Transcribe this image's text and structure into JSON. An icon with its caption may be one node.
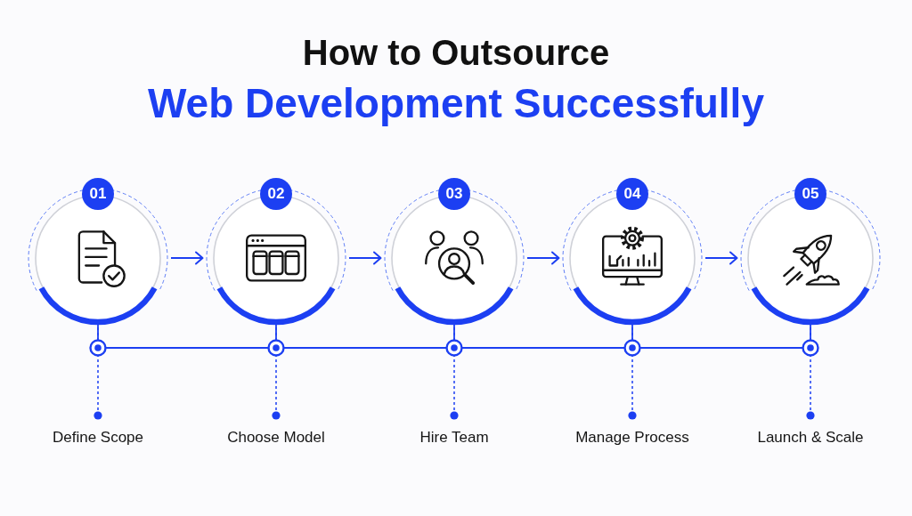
{
  "diagram": {
    "title": "How to Outsource Web Development Successfully",
    "nodes": [
      {
        "text": [
          "01"
        ]
      },
      {
        "text": [
          "02"
        ]
      },
      {
        "text": [
          "03"
        ]
      },
      {
        "text": [
          "04"
        ]
      },
      {
        "text": [
          "05"
        ]
      },
      {
        "text": [
          "Define Scope"
        ]
      },
      {
        "text": [
          "Choose Model"
        ]
      },
      {
        "text": [
          "Hire Team"
        ]
      },
      {
        "text": [
          "Manage Process"
        ]
      },
      {
        "text": [
          "Launch & Scale"
        ]
      }
    ],
    "edges": [
      {
        "from": 0,
        "to": 1,
        "arrow": "to"
      },
      {
        "from": 1,
        "to": 2,
        "arrow": "to"
      },
      {
        "from": 2,
        "to": 3,
        "arrow": "to"
      },
      {
        "from": 3,
        "to": 4,
        "arrow": "to"
      },
      {
        "from": 0,
        "to": 5,
        "arrow": "other",
        "style": "dashed"
      },
      {
        "from": 1,
        "to": 6,
        "arrow": "other",
        "style": "dashed"
      },
      {
        "from": 2,
        "to": 7,
        "arrow": "other",
        "style": "dashed"
      },
      {
        "from": 3,
        "to": 8,
        "arrow": "other",
        "style": "dashed"
      },
      {
        "from": 4,
        "to": 9,
        "arrow": "other",
        "style": "dashed"
      }
    ]
  }
}
